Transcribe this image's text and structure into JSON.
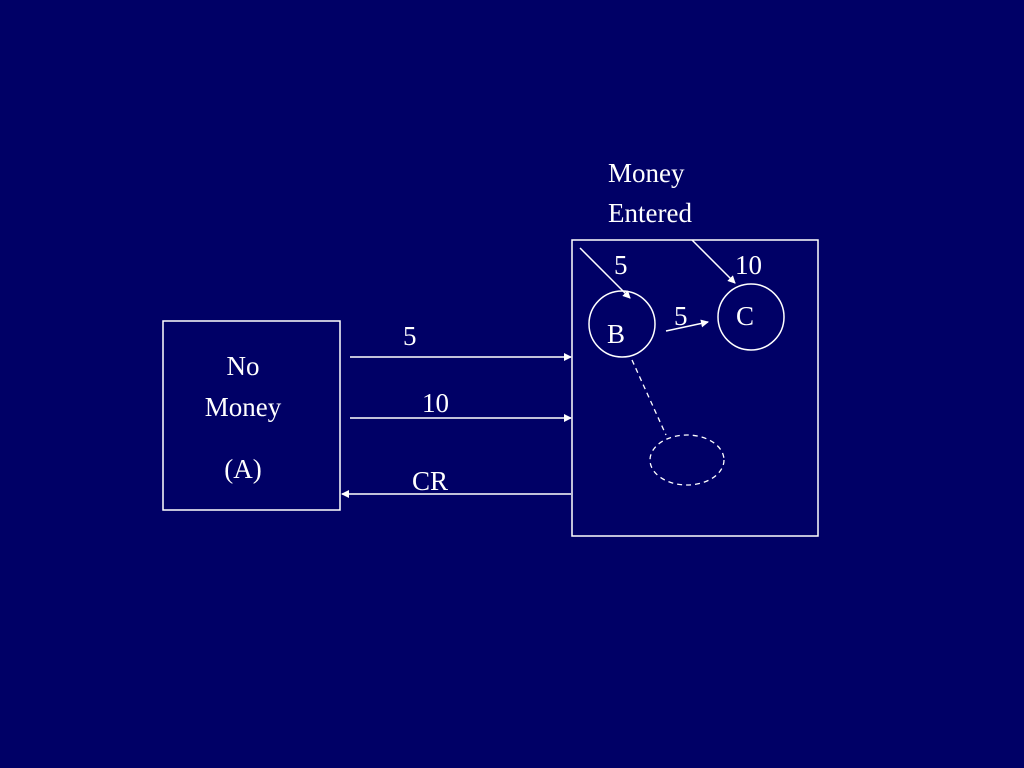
{
  "slide": {
    "background": "#000066",
    "foreground": "#ffffff"
  },
  "state_a": {
    "line1": "No",
    "line2": "Money",
    "line3": "(A)"
  },
  "money_entered_label": {
    "line1": "Money",
    "line2": "Entered"
  },
  "arrows": {
    "a_to_box_5": "5",
    "a_to_box_10": "10",
    "box_to_a_cr": "CR",
    "into_b": "5",
    "into_c": "10",
    "b_to_c": "5"
  },
  "state_b": {
    "label": "B"
  },
  "state_c": {
    "label": "C"
  }
}
